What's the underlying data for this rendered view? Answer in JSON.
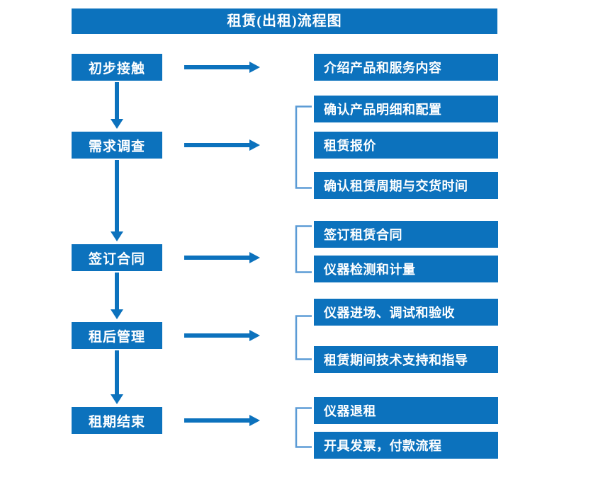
{
  "chart_data": {
    "type": "diagram",
    "title": "租赁(出租)流程图",
    "diagram_kind": "flowchart",
    "orientation": "vertical-with-side-details",
    "accent_color": "#0C72BD",
    "bracket_color": "#5B9BD5",
    "text_color": "#FFFFFF",
    "background": "#FFFFFF",
    "stages": [
      {
        "label": "初步接触",
        "details": [
          "介绍产品和服务内容"
        ],
        "bracket": false
      },
      {
        "label": "需求调查",
        "details": [
          "确认产品明细和配置",
          "租赁报价",
          "确认租赁周期与交货时间"
        ],
        "bracket": true
      },
      {
        "label": "签订合同",
        "details": [
          "签订租赁合同",
          "仪器检测和计量"
        ],
        "bracket": true
      },
      {
        "label": "租后管理",
        "details": [
          "仪器进场、调试和验收",
          "租赁期间技术支持和指导"
        ],
        "bracket": true
      },
      {
        "label": "租期结束",
        "details": [
          "仪器退租",
          "开具发票，付款流程"
        ],
        "bracket": true
      }
    ]
  },
  "header": {
    "title": "租赁(出租)流程图"
  },
  "stages": [
    {
      "label": "初步接触"
    },
    {
      "label": "需求调查"
    },
    {
      "label": "签订合同"
    },
    {
      "label": "租后管理"
    },
    {
      "label": "租期结束"
    }
  ],
  "details": [
    {
      "label": "介绍产品和服务内容"
    },
    {
      "label": "确认产品明细和配置"
    },
    {
      "label": "租赁报价"
    },
    {
      "label": "确认租赁周期与交货时间"
    },
    {
      "label": "签订租赁合同"
    },
    {
      "label": "仪器检测和计量"
    },
    {
      "label": "仪器进场、调试和验收"
    },
    {
      "label": "租赁期间技术支持和指导"
    },
    {
      "label": "仪器退租"
    },
    {
      "label": "开具发票，付款流程"
    }
  ]
}
